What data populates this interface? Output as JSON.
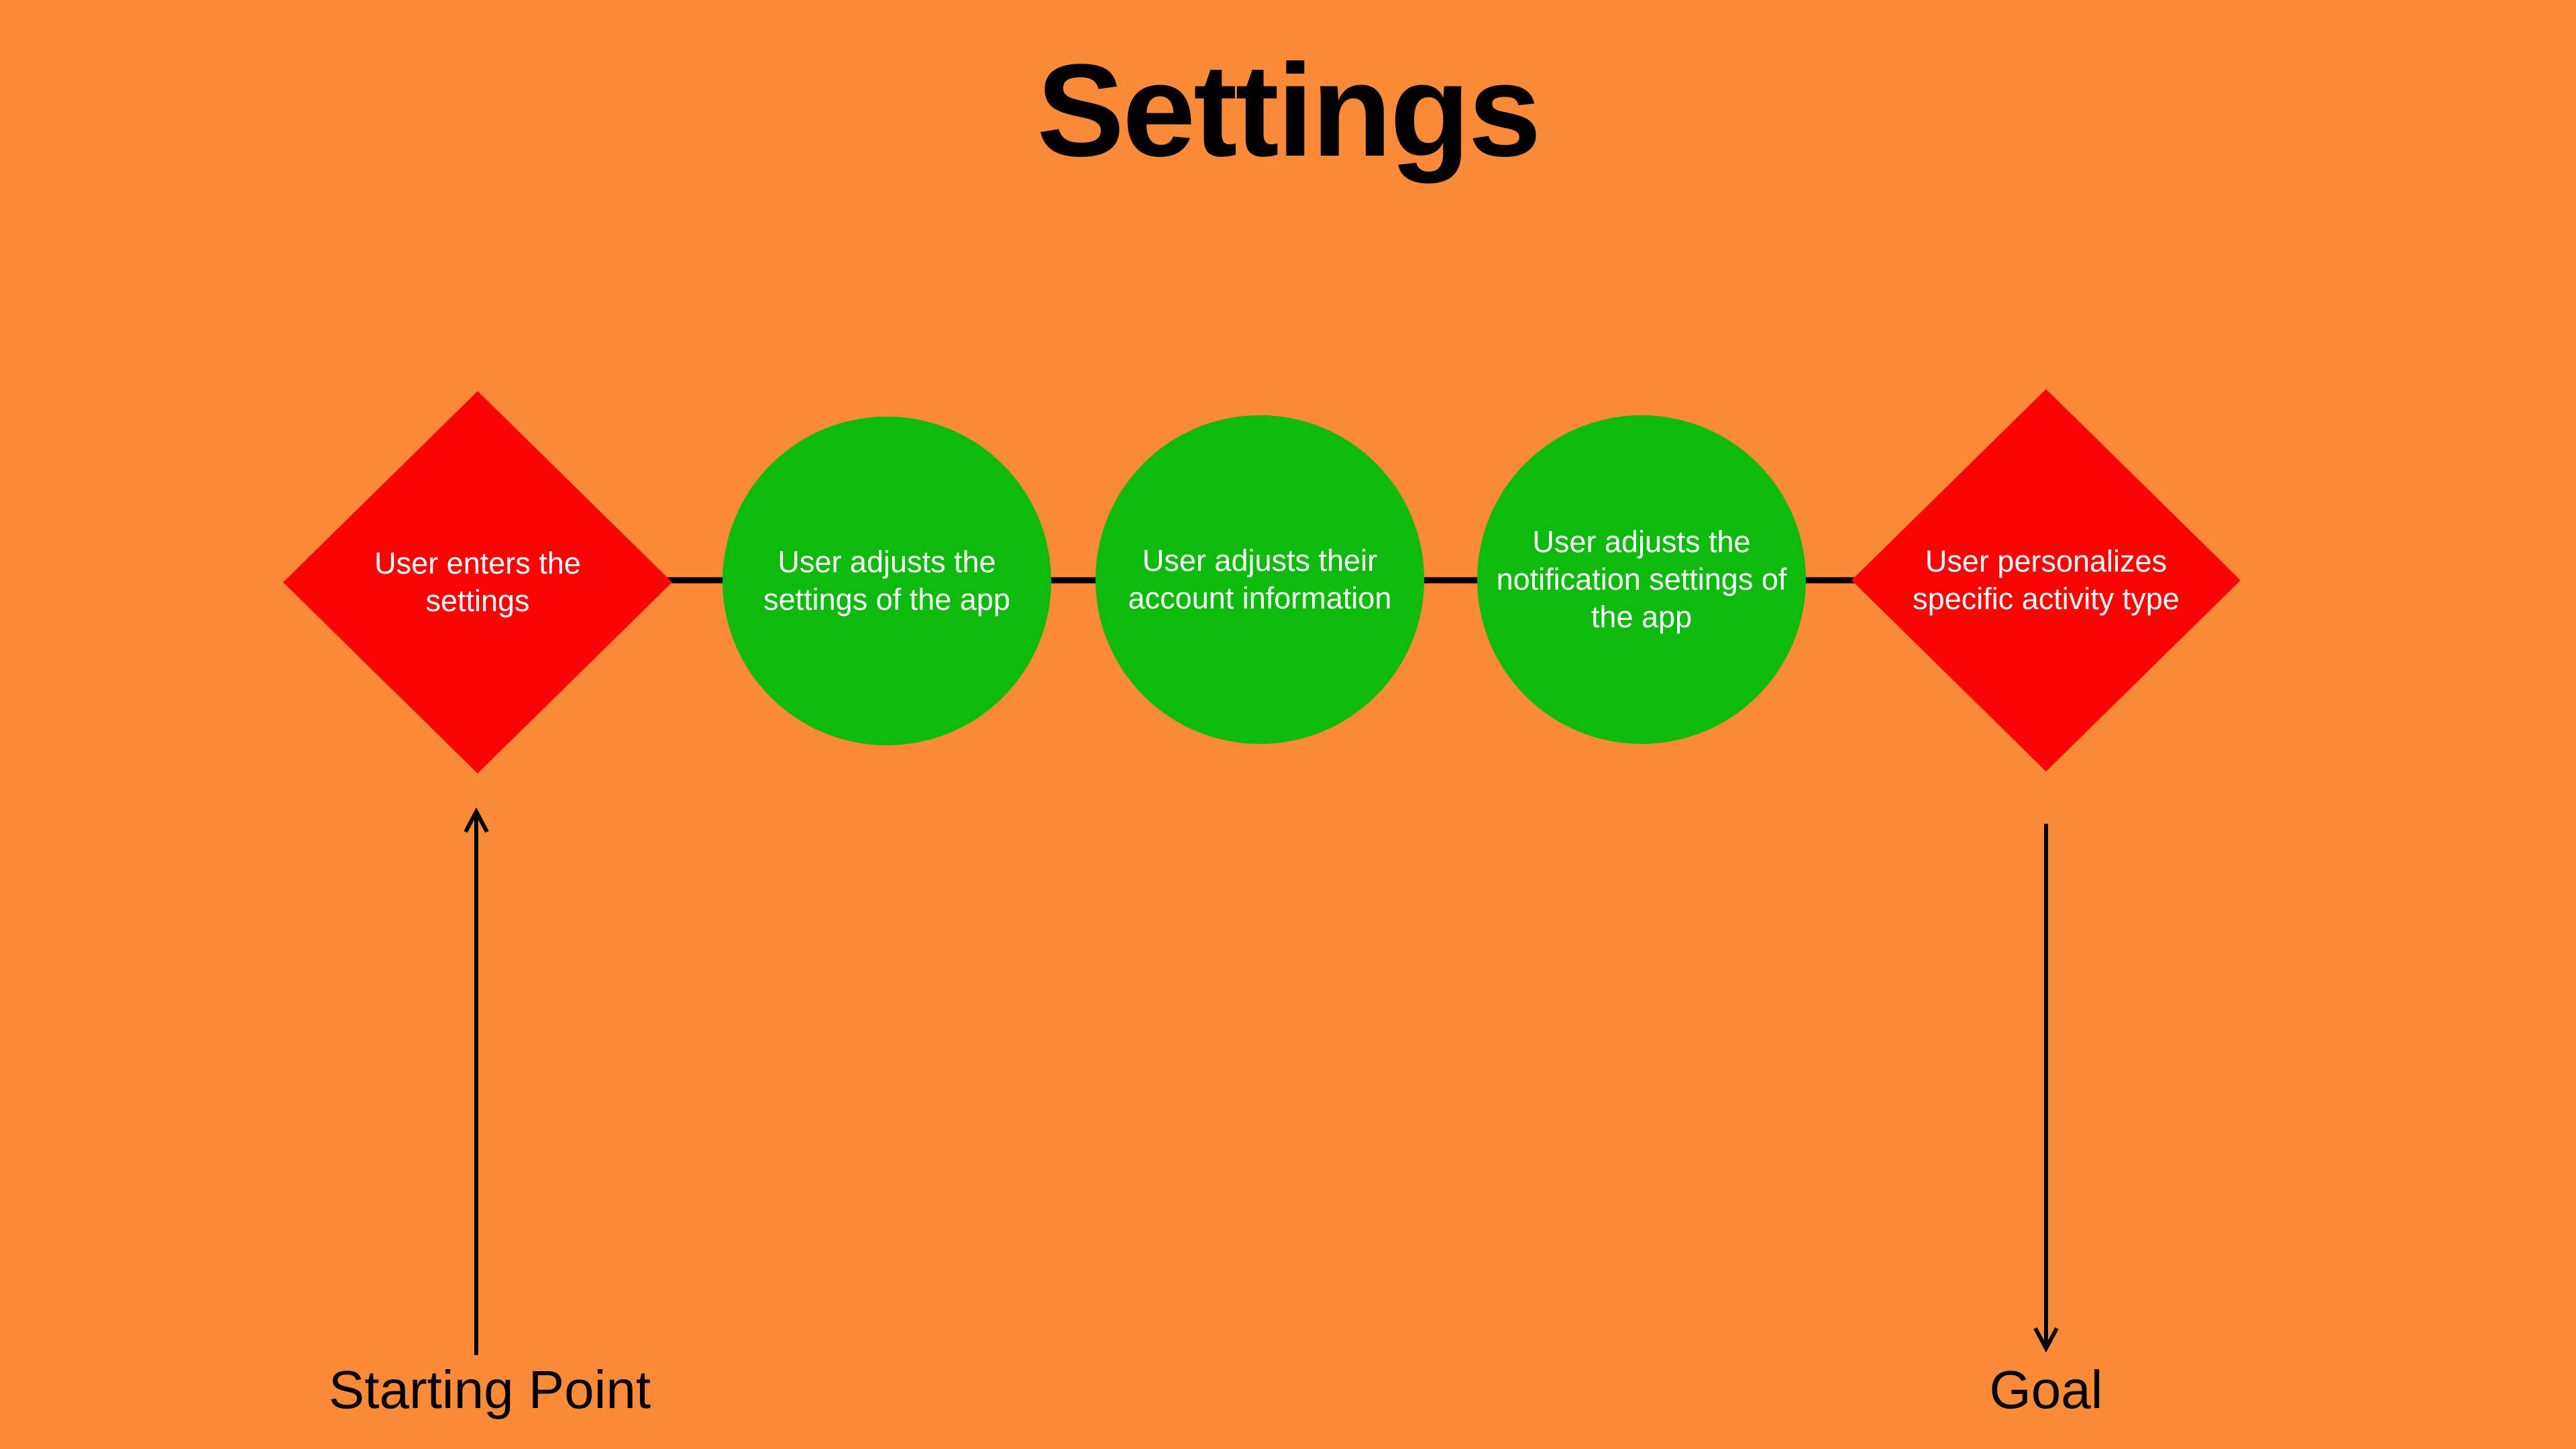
{
  "title": "Settings",
  "colors": {
    "background": "#F98A38",
    "node-red": "#FA0505",
    "node-green": "#0DBA0D",
    "connector": "#000000",
    "node-text": "#FFFFFF",
    "label-text": "#000000"
  },
  "flow": {
    "nodes": [
      {
        "shape": "diamond",
        "color": "red",
        "label": "User enters the settings"
      },
      {
        "shape": "circle",
        "color": "green",
        "label": "User adjusts the settings of the app"
      },
      {
        "shape": "circle",
        "color": "green",
        "label": "User adjusts their account information"
      },
      {
        "shape": "circle",
        "color": "green",
        "label": "User adjusts the notification settings of the app"
      },
      {
        "shape": "diamond",
        "color": "red",
        "label": "User personalizes specific activity type"
      }
    ]
  },
  "annotations": {
    "starting_point": "Starting Point",
    "goal": "Goal"
  }
}
